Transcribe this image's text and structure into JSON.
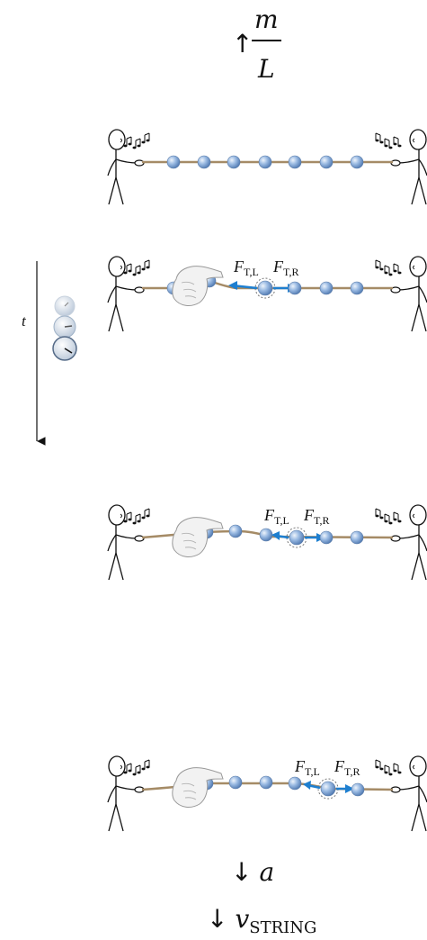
{
  "header": {
    "arrow": "↑",
    "numerator": "m",
    "denominator": "L"
  },
  "time_axis": {
    "label": "t",
    "clock_icons": [
      "clock-icon",
      "clock-icon",
      "clock-icon"
    ]
  },
  "force_labels": {
    "left_main": "F",
    "left_sub": "T,L",
    "right_main": "F",
    "right_sub": "T,R"
  },
  "footer": {
    "line1_arrow": "↓",
    "line1_symbol": "a",
    "line2_arrow": "↓",
    "line2_symbol": "v",
    "line2_subscript": "STRING"
  },
  "colors": {
    "bead": "#7ea5d9",
    "string": "#a58b66",
    "force_arrow": "#1e7fd0"
  },
  "icons": [
    "stick-figure-icon",
    "music-notes-icon",
    "hand-icon",
    "bead-icon",
    "clock-icon"
  ]
}
